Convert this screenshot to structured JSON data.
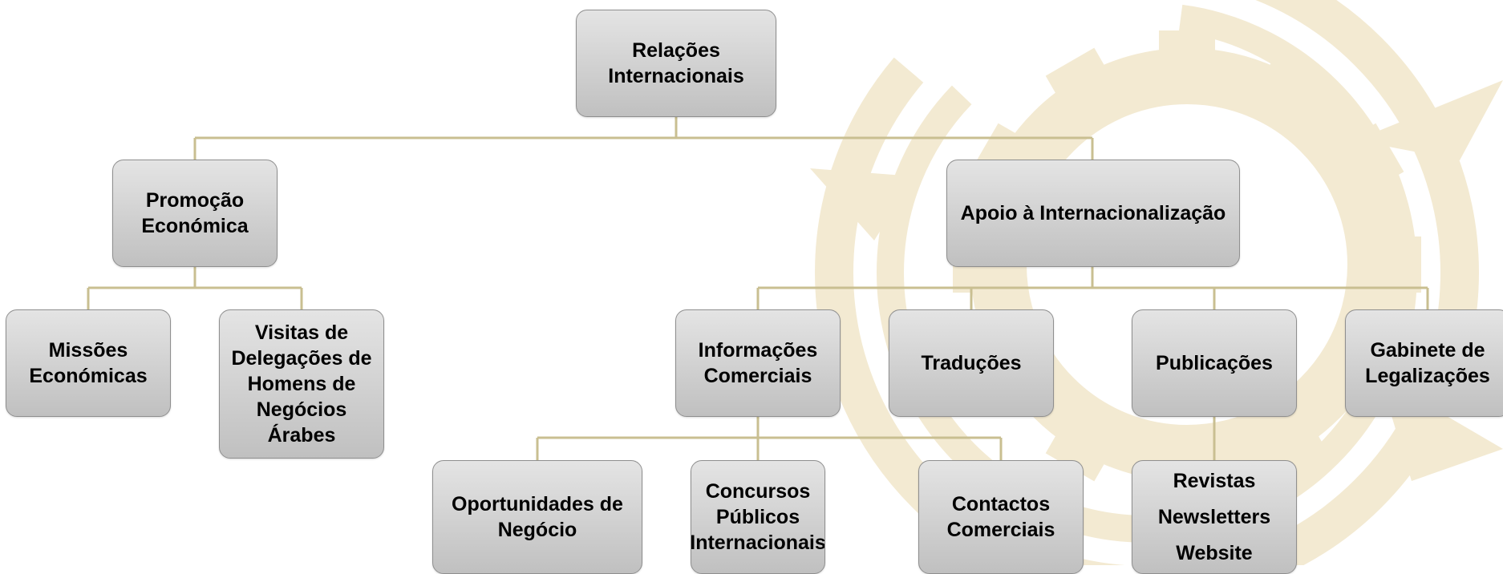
{
  "colors": {
    "connector": "#c9bf91",
    "watermark": "#f3ead2",
    "box_top": "#e4e4e4",
    "box_bottom": "#c0c0c0",
    "box_border": "#8f8f8f"
  },
  "diagram": {
    "type": "org-chart",
    "root": {
      "lines": [
        "Relações",
        "Internacionais"
      ]
    },
    "promocao": {
      "lines": [
        "Promoção",
        "Económica"
      ]
    },
    "missoes": {
      "lines": [
        "Missões",
        "Económicas"
      ]
    },
    "visitas": {
      "lines": [
        "Visitas de",
        "Delegações de",
        "Homens de",
        "Negócios",
        "Árabes"
      ]
    },
    "apoio": {
      "lines": [
        "Apoio à Internacionalização"
      ]
    },
    "informacoes": {
      "lines": [
        "Informações",
        "Comerciais"
      ]
    },
    "traducoes": {
      "lines": [
        "Traduções"
      ]
    },
    "publicacoes": {
      "lines": [
        "Publicações"
      ]
    },
    "gabinete": {
      "lines": [
        "Gabinete de",
        "Legalizações"
      ]
    },
    "oportunidades": {
      "lines": [
        "Oportunidades de",
        "Negócio"
      ]
    },
    "concursos": {
      "lines": [
        "Concursos",
        "Públicos",
        "Internacionais"
      ]
    },
    "contactos": {
      "lines": [
        "Contactos",
        "Comerciais"
      ]
    },
    "revistas": {
      "lines": [
        "Revistas",
        "Newsletters",
        "Website"
      ]
    }
  }
}
